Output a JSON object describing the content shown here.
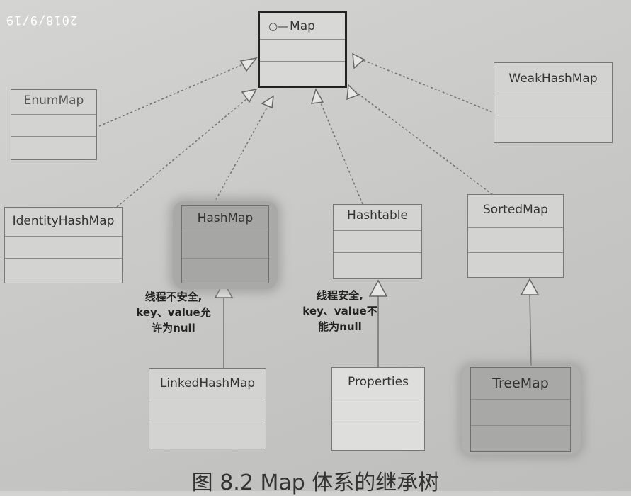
{
  "timestamp": "2018/9/19",
  "classes": {
    "map": "Map",
    "interface_marker": "○—",
    "enummap": "EnumMap",
    "weakhashmap": "WeakHashMap",
    "identityhashmap": "IdentityHashMap",
    "hashmap": "HashMap",
    "hashtable": "Hashtable",
    "sortedmap": "SortedMap",
    "linkedhashmap": "LinkedHashMap",
    "properties": "Properties",
    "treemap": "TreeMap"
  },
  "notes": {
    "hashmap_note": [
      "线程不安全,",
      "key、value允",
      "许为null"
    ],
    "hashtable_note": [
      "线程安全,",
      "key、value不",
      "能为null"
    ]
  },
  "caption": "图 8.2   Map 体系的继承树"
}
